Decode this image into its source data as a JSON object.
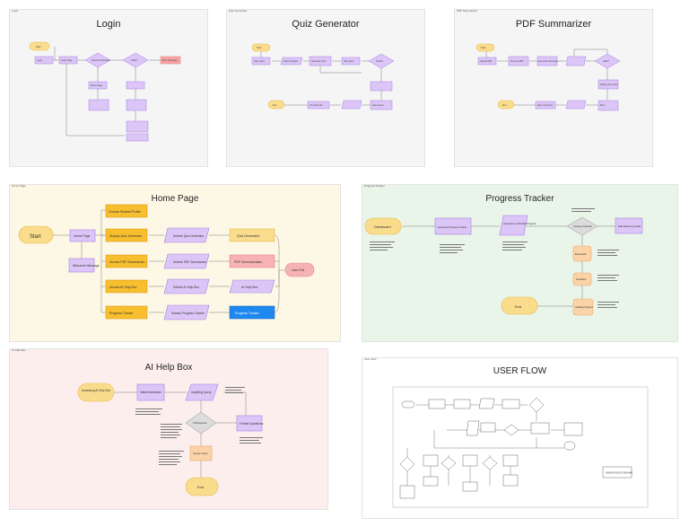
{
  "frames": {
    "login": {
      "title": "Login",
      "tag": "Login",
      "texts": [
        "Start",
        "Login",
        "Login Page",
        "Check Credentials",
        "Valid?",
        "Home Page",
        "Error Message"
      ]
    },
    "quiz": {
      "title": "Quiz Generator",
      "tag": "Quiz Generator",
      "texts": [
        "Start",
        "Open Quiz",
        "Select Subject",
        "Generate Quiz",
        "Take Quiz",
        "Submit",
        "End",
        "View Results",
        "Save Score"
      ]
    },
    "pdf": {
      "title": "PDF Summarizer",
      "tag": "PDF Summarizer",
      "texts": [
        "Start",
        "Upload PDF",
        "Process PDF",
        "Generate Summary",
        "Valid?",
        "Display Summary",
        "End",
        "Save Summary",
        "Error"
      ]
    },
    "home": {
      "title": "Home Page",
      "tag": "Home Page",
      "start": "Start",
      "home_page": "Home Page",
      "welcome": "Welcome Message",
      "user_exit": "User Exit",
      "rows": [
        {
          "a": "Display Quiz Generator",
          "b": "Selects Quiz Generator",
          "c": "Quiz Generated"
        },
        {
          "a": "Access PDF Summarizer...",
          "b": "Selects PDF Summarizer",
          "c": "PDF Summarization"
        },
        {
          "a": "Access AI Help Box",
          "b": "Selects AI Help Box",
          "c": "AI Help Box"
        },
        {
          "a": "Progress Tracker",
          "b": "Selects Progress Tracker",
          "c": "Progress Tracker"
        }
      ],
      "top": "Choose Student Profile"
    },
    "progress": {
      "title": "Progress Tracker",
      "tag": "Progress Tracker",
      "dashboard": "Dashboard",
      "access": "Accessing Progress Tracker",
      "overview": "Overview of Modal Projects",
      "decision": "Looking at Goal Due",
      "edit": "Edit Existing Goals",
      "exp": "Expectation",
      "feedback": "Feedback",
      "update": "Updating Progress",
      "end": "End"
    },
    "ai": {
      "title": "AI Help Box",
      "tag": "AI Help Box",
      "access": "Accessing AI Help Box",
      "initial": "Initial Interaction",
      "inputting": "Inputting Query",
      "decision": "AI Response",
      "further": "Further Questions",
      "answer": "Answer Given",
      "end": "End"
    },
    "userflow": {
      "title": "USER FLOW",
      "tag": "User Flow",
      "note": "NAVIGATION FLOW MAP"
    }
  },
  "colors": {
    "purple": "#dcc6f7",
    "purple_stroke": "#a67fe0",
    "yellow": "#f9dc8c",
    "yellow_stroke": "#e8b94a",
    "orange": "#f7be2e",
    "orange_stroke": "#dd9a1a",
    "red": "#f7b3b3",
    "red_stroke": "#e08585",
    "blue": "#1e88ee",
    "peach": "#fbd3a8",
    "peach_stroke": "#e8a870",
    "grey": "#dcdcdc"
  }
}
